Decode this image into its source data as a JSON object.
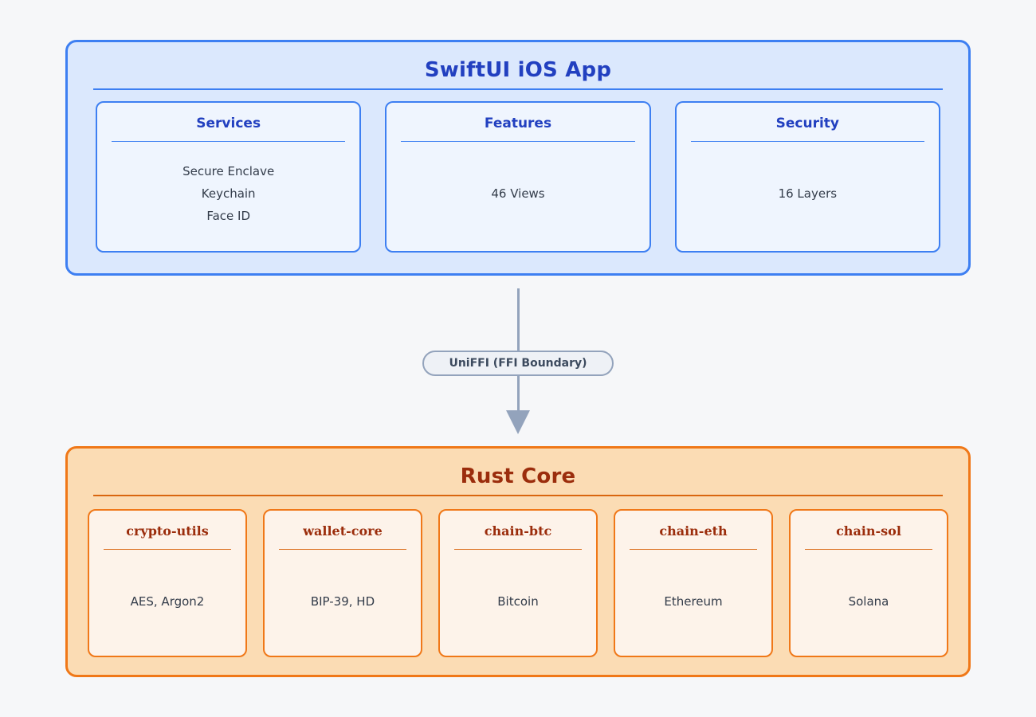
{
  "diagram": {
    "background_color": "#f6f7f9",
    "layers": [
      {
        "id": "swiftui-ios-app",
        "title": "SwiftUI iOS App",
        "fill_color": "#dbe8fd",
        "border_color": "#3d7ff2",
        "title_color": "#2240c0",
        "cards": [
          {
            "title": "Services",
            "lines": [
              "Secure Enclave",
              "Keychain",
              "Face ID"
            ]
          },
          {
            "title": "Features",
            "lines": [
              "46 Views"
            ]
          },
          {
            "title": "Security",
            "lines": [
              "16 Layers"
            ]
          }
        ]
      },
      {
        "id": "rust-core",
        "title": "Rust Core",
        "fill_color": "#fbdcb4",
        "border_color": "#f07818",
        "title_color": "#9b2d0c",
        "cards": [
          {
            "title": "crypto-utils",
            "lines": [
              "AES, Argon2"
            ]
          },
          {
            "title": "wallet-core",
            "lines": [
              "BIP-39, HD"
            ]
          },
          {
            "title": "chain-btc",
            "lines": [
              "Bitcoin"
            ]
          },
          {
            "title": "chain-eth",
            "lines": [
              "Ethereum"
            ]
          },
          {
            "title": "chain-sol",
            "lines": [
              "Solana"
            ]
          }
        ]
      }
    ],
    "connector": {
      "label": "UniFFI (FFI Boundary)",
      "color": "#93a3bc",
      "direction": "down",
      "from": "swiftui-ios-app",
      "to": "rust-core"
    }
  }
}
